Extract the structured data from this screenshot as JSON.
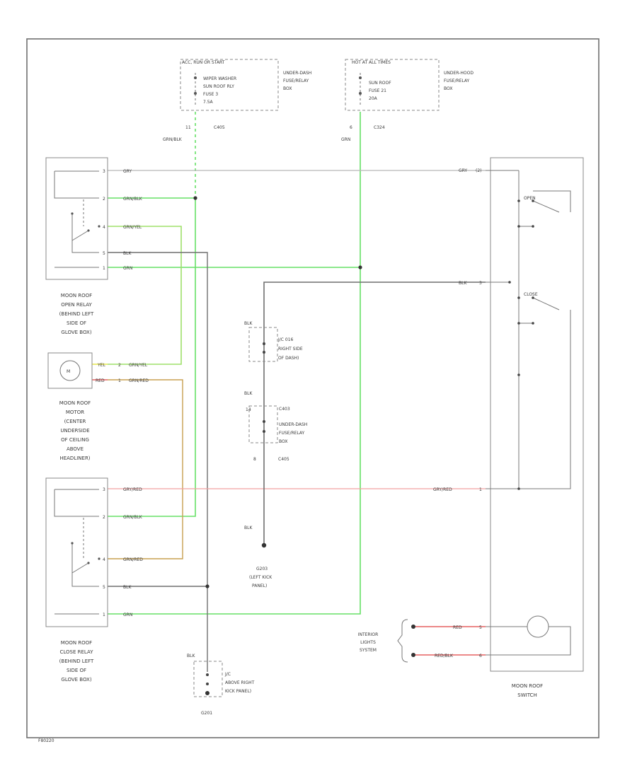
{
  "colors": {
    "gray": "#6f6f6f",
    "light_gray": "#b8b8b8",
    "green": "#66e066",
    "yellow": "#e6e64d",
    "red": "#e66060",
    "pink": "#f2a0a0",
    "tan": "#c8a050"
  },
  "fuse_boxes": {
    "left": {
      "header": "ACC, RUN OR START",
      "fuse_lines": [
        "WIPER WASHER",
        "SUN ROOF RLY",
        "FUSE 3",
        "7.5A"
      ],
      "location_lines": [
        "UNDER-DASH",
        "FUSE/RELAY",
        "BOX"
      ],
      "pin": "11",
      "connector": "C405",
      "wire": "GRN/BLK"
    },
    "right": {
      "header": "HOT AT ALL TIMES",
      "fuse_lines": [
        "SUN ROOF",
        "FUSE 21",
        "20A"
      ],
      "location_lines": [
        "UNDER-HOOD",
        "FUSE/RELAY",
        "BOX"
      ],
      "pin": "6",
      "connector": "C324",
      "wire": "GRN"
    }
  },
  "open_relay": {
    "pins": [
      {
        "pin": "3",
        "wire": "GRY"
      },
      {
        "pin": "2",
        "wire": "GRN/BLK"
      },
      {
        "pin": "4",
        "wire": "GRN/YEL"
      },
      {
        "pin": "5",
        "wire": "BLK"
      },
      {
        "pin": "1",
        "wire": "GRN"
      }
    ],
    "caption": [
      "MOON ROOF",
      "OPEN RELAY",
      "(BEHIND LEFT",
      "SIDE OF",
      "GLOVE BOX)"
    ]
  },
  "motor": {
    "pins": [
      {
        "pin": "2",
        "wire_motor": "YEL",
        "wire": "GRN/YEL"
      },
      {
        "pin": "1",
        "wire_motor": "RED",
        "wire": "GRN/RED"
      }
    ],
    "caption": [
      "MOON ROOF",
      "MOTOR",
      "(CENTER",
      "UNDERSIDE",
      "OF CEILING",
      "ABOVE",
      "HEADLINER)"
    ]
  },
  "close_relay": {
    "pins": [
      {
        "pin": "3",
        "wire": "GRY/RED"
      },
      {
        "pin": "2",
        "wire": "GRN/BLK"
      },
      {
        "pin": "4",
        "wire": "GRN/RED"
      },
      {
        "pin": "5",
        "wire": "BLK"
      },
      {
        "pin": "1",
        "wire": "GRN"
      }
    ],
    "caption": [
      "MOON ROOF",
      "CLOSE RELAY",
      "(BEHIND LEFT",
      "SIDE OF",
      "GLOVE BOX)"
    ]
  },
  "ground_path": {
    "wire1": "BLK",
    "junction": "J/C 016",
    "junction_desc": [
      "RIGHT SIDE",
      "OF DASH)"
    ],
    "wire2": "BLK",
    "pin": "14",
    "connector": "C403",
    "box_lines": [
      "UNDER-DASH",
      "FUSE/RELAY",
      "BOX"
    ],
    "pin2": "8",
    "connector2": "C405",
    "wire3": "BLK",
    "ground_id": "G203",
    "ground_lines": [
      "(LEFT KICK",
      "PANEL)"
    ]
  },
  "bottom_junction": {
    "wire": "BLK",
    "junction": "J/C",
    "junction_desc": [
      "ABOVE RIGHT",
      "KICK PANEL)"
    ],
    "ground_id": "G201"
  },
  "switch": {
    "pins": [
      {
        "pin": "(2)",
        "wire": "GRY"
      },
      {
        "pin": "3",
        "wire": "BLK"
      },
      {
        "pin": "1",
        "wire": "GRY/RED"
      },
      {
        "pin": "5",
        "wire": "RED"
      },
      {
        "pin": "6",
        "wire": "RED/BLK"
      }
    ],
    "open_label": "OPEN",
    "close_label": "CLOSE",
    "caption": [
      "MOON ROOF",
      "SWITCH"
    ]
  },
  "interior": {
    "lines": [
      "INTERIOR",
      "LIGHTS",
      "SYSTEM"
    ]
  },
  "corner_code": "F80220"
}
